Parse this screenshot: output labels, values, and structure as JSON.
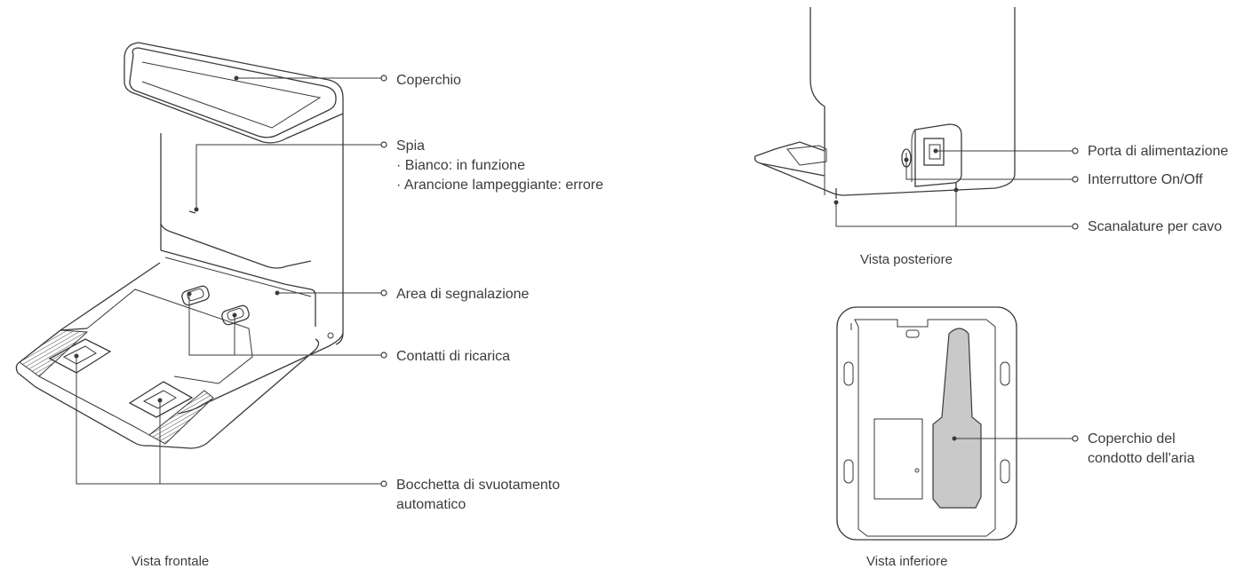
{
  "front": {
    "caption": "Vista frontale",
    "labels": {
      "lid": "Coperchio",
      "indicator": "Spia",
      "indicator_white": "· Bianco: in funzione",
      "indicator_orange": "· Arancione lampeggiante: errore",
      "signal_area": "Area di segnalazione",
      "charging_contacts": "Contatti di ricarica",
      "evacuation_port_line1": "Bocchetta di svuotamento",
      "evacuation_port_line2": "automatico"
    }
  },
  "rear": {
    "caption": "Vista posteriore",
    "labels": {
      "power_port": "Porta di alimentazione",
      "power_switch": "Interruttore On/Off",
      "cable_grooves": "Scanalature per cavo"
    }
  },
  "bottom": {
    "caption": "Vista inferiore",
    "labels": {
      "air_duct_cover_line1": "Coperchio del",
      "air_duct_cover_line2": "condotto dell'aria"
    }
  },
  "colors": {
    "line": "#3a3a3a",
    "fill_panel": "#c9c9c9",
    "background": "#ffffff"
  }
}
